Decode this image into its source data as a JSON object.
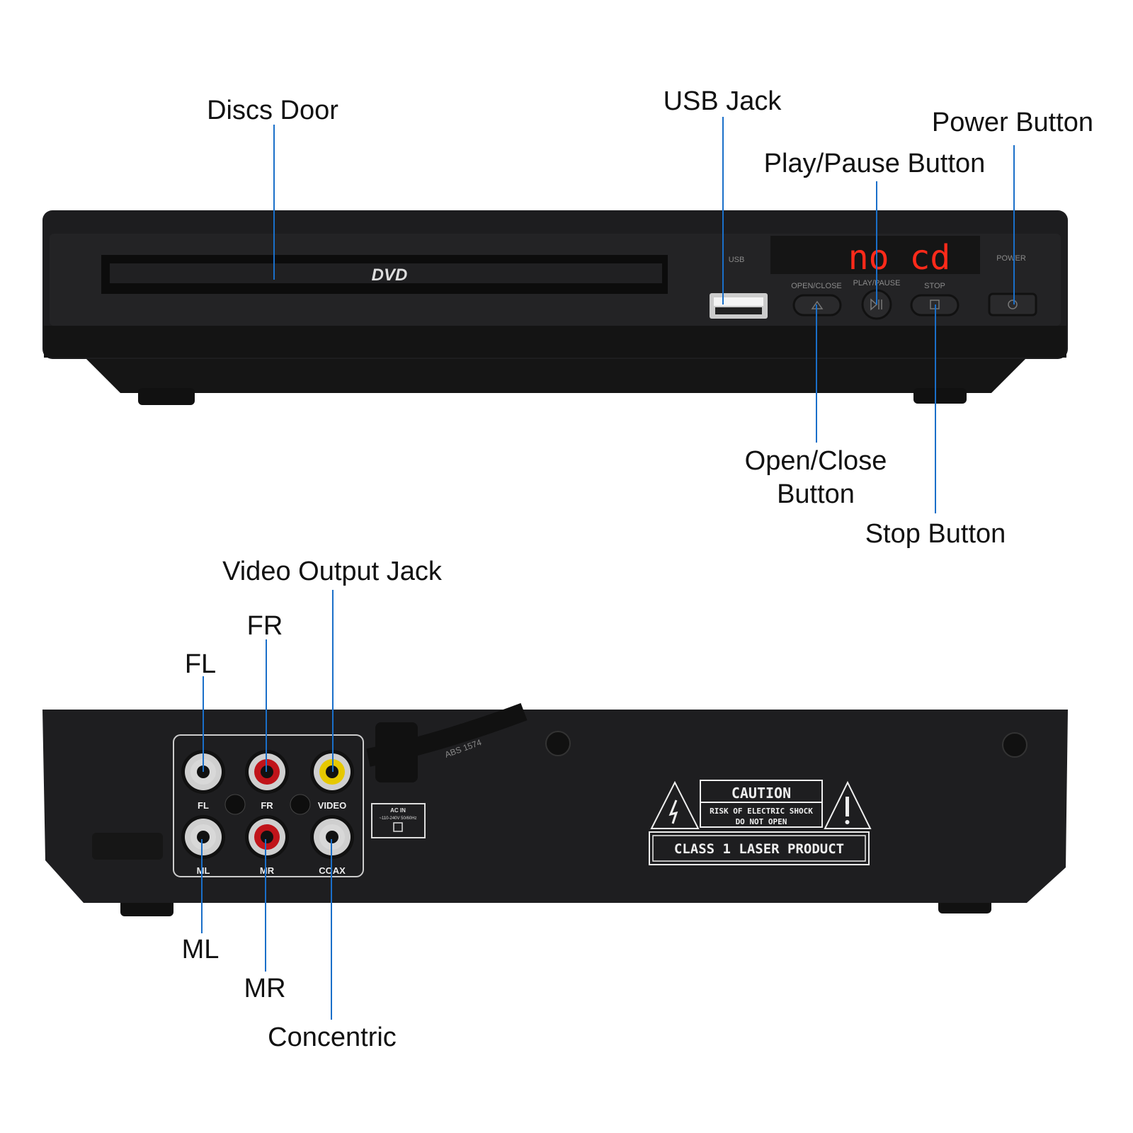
{
  "front": {
    "labels": {
      "discs_door": "Discs Door",
      "usb_jack": "USB Jack",
      "power_button": "Power Button",
      "play_pause_button": "Play/Pause Button",
      "open_close_line1": "Open/Close",
      "open_close_line2": "Button",
      "stop_button": "Stop Button"
    },
    "logo": "DVD",
    "display_text": "no cd",
    "display_color": "#ff2a1a",
    "panel_text": {
      "usb": "USB",
      "open_close": "OPEN/CLOSE",
      "play_pause": "PLAY/PAUSE",
      "stop": "STOP",
      "power": "POWER"
    }
  },
  "back": {
    "labels": {
      "video_output_jack": "Video Output Jack",
      "fr": "FR",
      "fl": "FL",
      "ml": "ML",
      "mr": "MR",
      "concentric": "Concentric"
    },
    "ports": [
      "FL",
      "FR",
      "VIDEO",
      "ML",
      "MR",
      "COAX"
    ],
    "port_colors": [
      "#d8d8d8",
      "#c0141a",
      "#e6c800",
      "#d8d8d8",
      "#c0141a",
      "#d8d8d8"
    ],
    "cable_text": "ABS 1574",
    "ac_in_line1": "AC IN",
    "ac_in_line2": "~110-240V 50/60Hz",
    "caution": "CAUTION",
    "warning_line1": "RISK OF ELECTRIC SHOCK",
    "warning_line2": "DO NOT OPEN",
    "laser": "CLASS 1 LASER PRODUCT"
  },
  "accent_color": "#1a6fc9"
}
